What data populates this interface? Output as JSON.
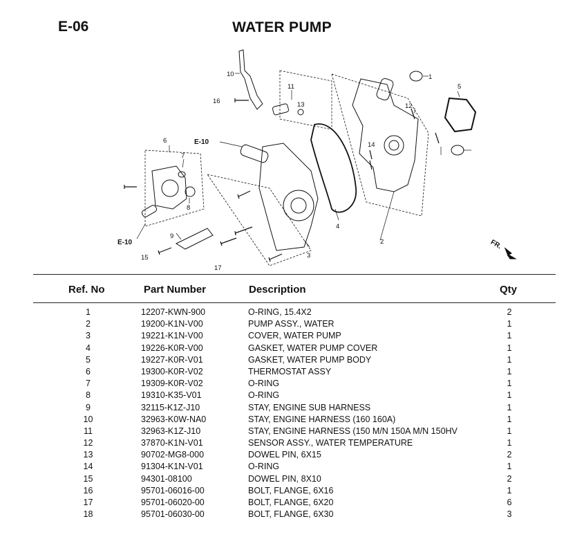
{
  "page": {
    "code": "E-06",
    "title": "WATER PUMP"
  },
  "diagram": {
    "callouts": [
      "10",
      "11",
      "13",
      "16",
      "1",
      "5",
      "12",
      "14",
      "2",
      "4",
      "6",
      "7",
      "8",
      "9",
      "3",
      "15",
      "17",
      "E-10",
      "E-10",
      "FR."
    ]
  },
  "table": {
    "headers": {
      "ref": "Ref. No",
      "part": "Part Number",
      "desc": "Description",
      "qty": "Qty"
    },
    "rows": [
      {
        "ref": "1",
        "part": "12207-KWN-900",
        "desc": "O-RING, 15.4X2",
        "qty": "2"
      },
      {
        "ref": "2",
        "part": "19200-K1N-V00",
        "desc": "PUMP ASSY., WATER",
        "qty": "1"
      },
      {
        "ref": "3",
        "part": "19221-K1N-V00",
        "desc": "COVER, WATER PUMP",
        "qty": "1"
      },
      {
        "ref": "4",
        "part": "19226-K0R-V00",
        "desc": "GASKET, WATER PUMP COVER",
        "qty": "1"
      },
      {
        "ref": "5",
        "part": "19227-K0R-V01",
        "desc": "GASKET, WATER PUMP BODY",
        "qty": "1"
      },
      {
        "ref": "6",
        "part": "19300-K0R-V02",
        "desc": "THERMOSTAT ASSY",
        "qty": "1"
      },
      {
        "ref": "7",
        "part": "19309-K0R-V02",
        "desc": "O-RING",
        "qty": "1"
      },
      {
        "ref": "8",
        "part": "19310-K35-V01",
        "desc": "O-RING",
        "qty": "1"
      },
      {
        "ref": "9",
        "part": "32115-K1Z-J10",
        "desc": "STAY, ENGINE SUB HARNESS",
        "qty": "1"
      },
      {
        "ref": "10",
        "part": "32963-K0W-NA0",
        "desc": "STAY, ENGINE HARNESS (160 160A)",
        "qty": "1"
      },
      {
        "ref": "11",
        "part": "32963-K1Z-J10",
        "desc": "STAY, ENGINE HARNESS (150 M/N 150A M/N 150HV",
        "qty": "1"
      },
      {
        "ref": "12",
        "part": "37870-K1N-V01",
        "desc": "SENSOR ASSY., WATER TEMPERATURE",
        "qty": "1"
      },
      {
        "ref": "13",
        "part": "90702-MG8-000",
        "desc": "DOWEL PIN, 6X15",
        "qty": "2"
      },
      {
        "ref": "14",
        "part": "91304-K1N-V01",
        "desc": "O-RING",
        "qty": "1"
      },
      {
        "ref": "15",
        "part": "94301-08100",
        "desc": "DOWEL PIN, 8X10",
        "qty": "2"
      },
      {
        "ref": "16",
        "part": "95701-06016-00",
        "desc": "BOLT, FLANGE, 6X16",
        "qty": "1"
      },
      {
        "ref": "17",
        "part": "95701-06020-00",
        "desc": "BOLT, FLANGE, 6X20",
        "qty": "6"
      },
      {
        "ref": "18",
        "part": "95701-06030-00",
        "desc": "BOLT, FLANGE, 6X30",
        "qty": "3"
      }
    ]
  }
}
